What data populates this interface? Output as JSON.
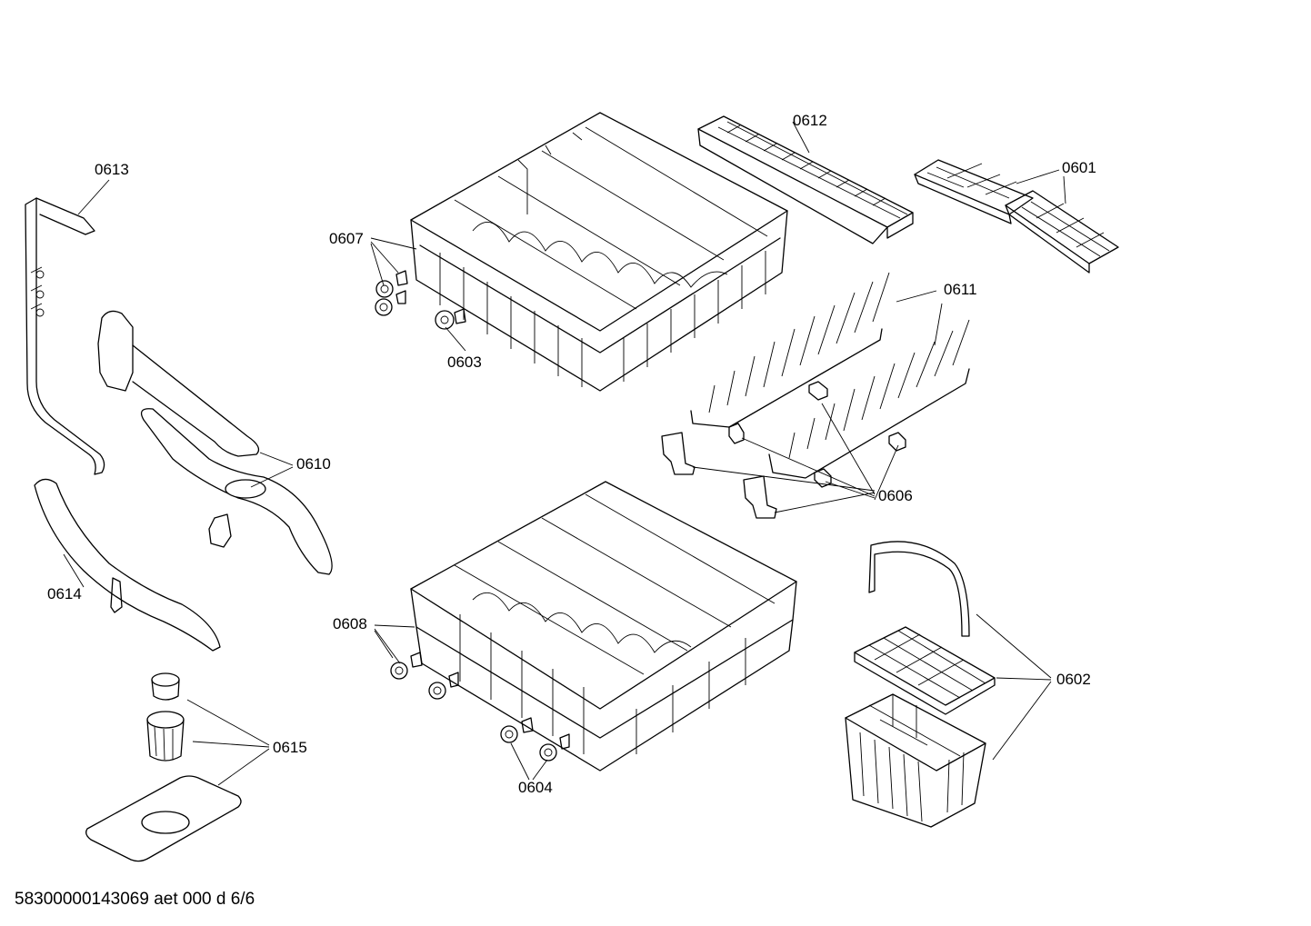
{
  "parts": [
    {
      "id": "p0613",
      "label": "0613"
    },
    {
      "id": "p0607",
      "label": "0607"
    },
    {
      "id": "p0603",
      "label": "0603"
    },
    {
      "id": "p0612",
      "label": "0612"
    },
    {
      "id": "p0601",
      "label": "0601"
    },
    {
      "id": "p0611",
      "label": "0611"
    },
    {
      "id": "p0610",
      "label": "0610"
    },
    {
      "id": "p0614",
      "label": "0614"
    },
    {
      "id": "p0606",
      "label": "0606"
    },
    {
      "id": "p0608",
      "label": "0608"
    },
    {
      "id": "p0602",
      "label": "0602"
    },
    {
      "id": "p0615",
      "label": "0615"
    },
    {
      "id": "p0604",
      "label": "0604"
    }
  ],
  "footer": "58300000143069 aet 000 d 6/6"
}
